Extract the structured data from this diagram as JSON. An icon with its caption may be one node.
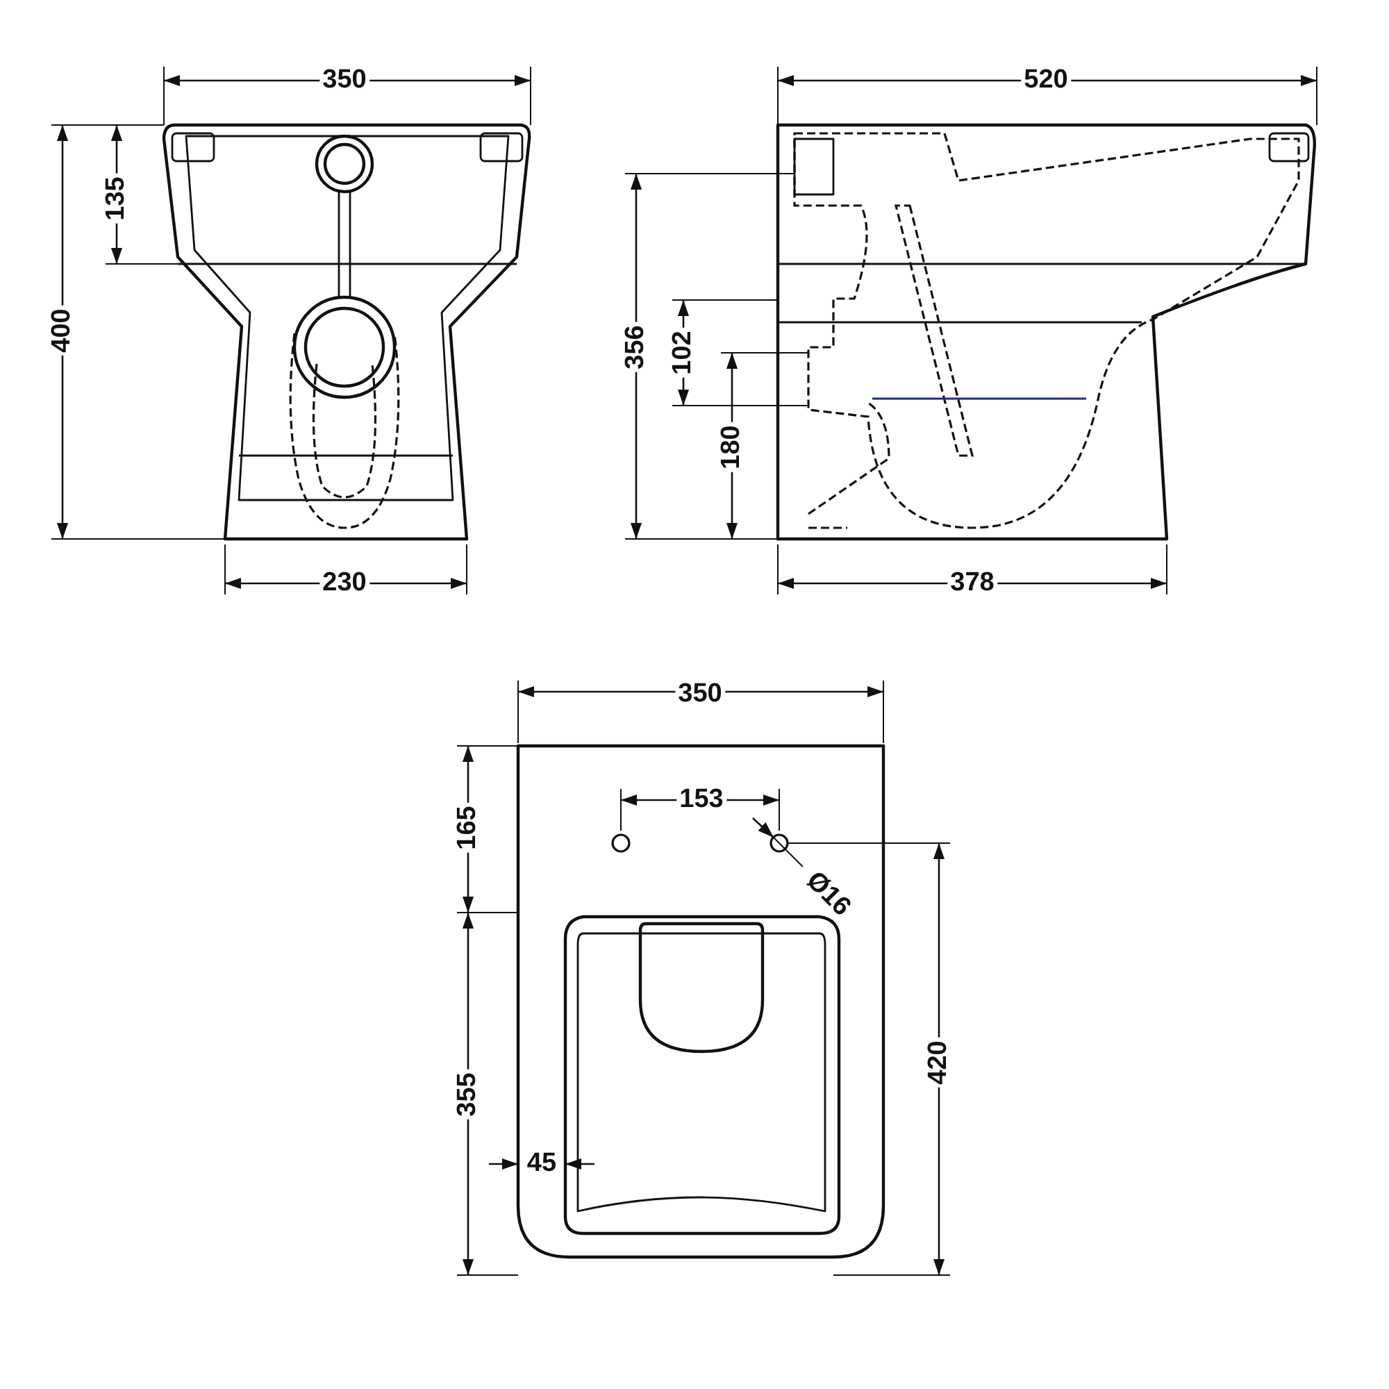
{
  "diagram": {
    "labels": [
      "350",
      "520",
      "135",
      "400",
      "356",
      "102",
      "180",
      "230",
      "378",
      "350",
      "153",
      "165",
      "Ø16",
      "420",
      "355",
      "45"
    ]
  }
}
